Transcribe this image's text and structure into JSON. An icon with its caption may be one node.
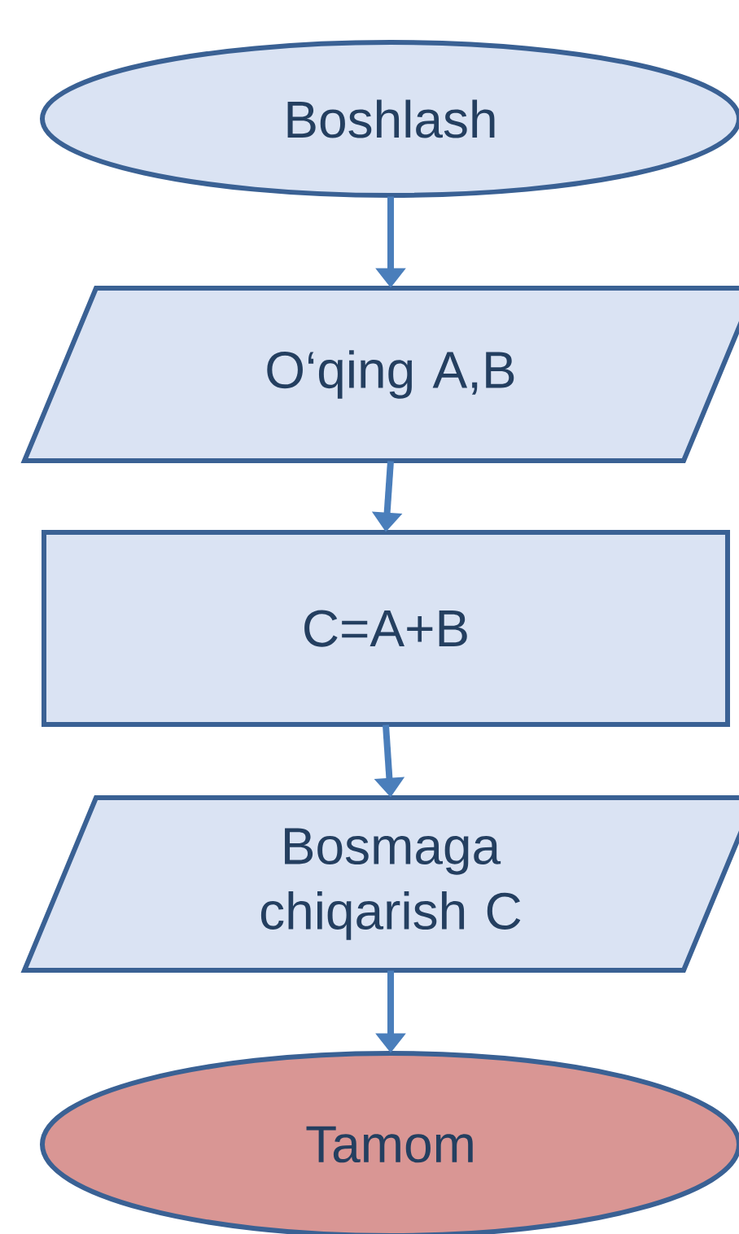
{
  "diagram": {
    "nodes": [
      {
        "text": [
          "Boshlash"
        ]
      },
      {
        "text": [
          "O‘qing A,B"
        ]
      },
      {
        "text": [
          "C=A+B"
        ]
      },
      {
        "text": [
          "Bosmaga chiqarish C"
        ]
      },
      {
        "text": [
          "Tamom"
        ]
      }
    ],
    "edges": [
      {
        "from": 0,
        "to": 1,
        "arrow": "to"
      },
      {
        "from": 1,
        "to": 2,
        "arrow": "to"
      },
      {
        "from": 2,
        "to": 3,
        "arrow": "to"
      },
      {
        "from": 3,
        "to": 4,
        "arrow": "to"
      }
    ]
  }
}
